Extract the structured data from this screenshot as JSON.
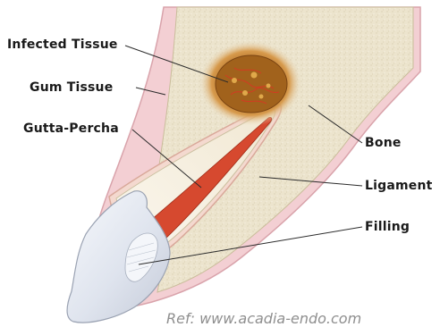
{
  "labels": {
    "infected_tissue": "Infected Tissue",
    "gum_tissue": "Gum Tissue",
    "gutta_percha": "Gutta-Percha",
    "bone": "Bone",
    "ligament": "Ligament",
    "filling": "Filling"
  },
  "reference": "Ref: www.acadia-endo.com",
  "colors": {
    "gum": "#f3cfd3",
    "bone": "#ece4cd",
    "tooth": "#f6f0e2",
    "gutta_percha": "#d6492f",
    "infection": "#b2651f",
    "crown": "#e9edf5"
  }
}
